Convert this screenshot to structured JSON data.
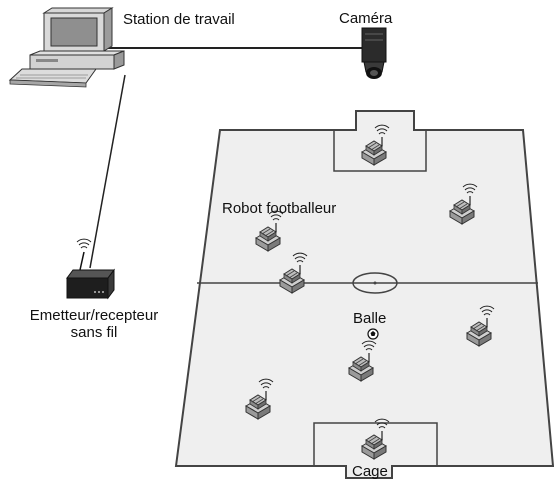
{
  "labels": {
    "workstation": "Station de travail",
    "camera": "Caméra",
    "robot": "Robot footballeur",
    "transceiver_line1": "Emetteur/recepteur",
    "transceiver_line2": "sans fil",
    "ball": "Balle",
    "goal": "Cage"
  },
  "icons": {
    "workstation": "desktop-computer-icon",
    "camera": "video-camera-icon",
    "transceiver": "wireless-router-icon",
    "robot": "robot-icon",
    "ball": "soccer-ball-icon"
  },
  "colors": {
    "field_fill": "#efefef",
    "field_line": "#444444",
    "cable": "#222222",
    "robot_body": "#a9a9a9",
    "robot_dark": "#555555"
  }
}
